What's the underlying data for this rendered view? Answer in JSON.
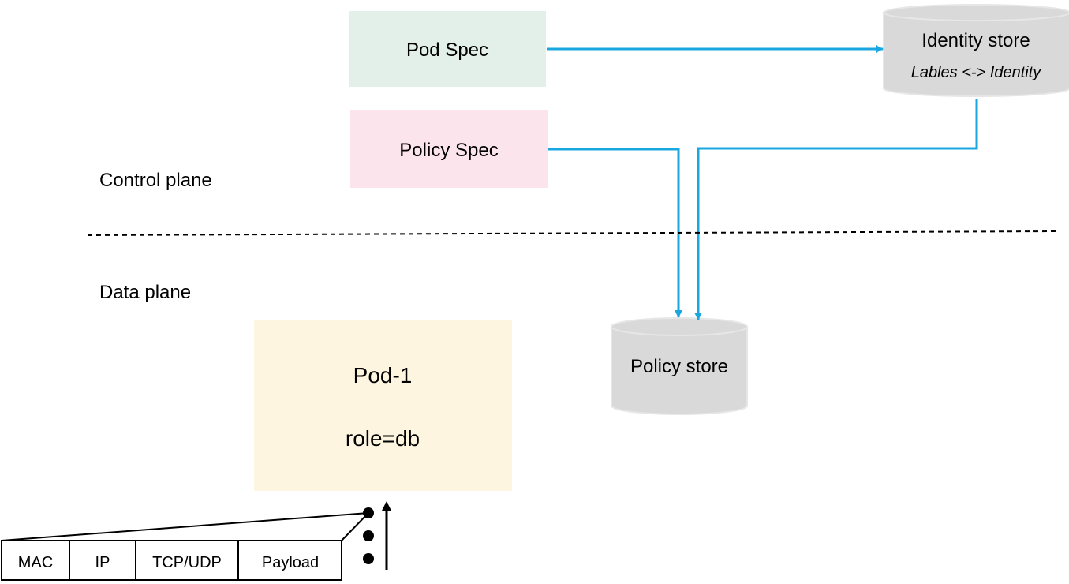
{
  "planes": {
    "control_label": "Control plane",
    "data_label": "Data plane"
  },
  "boxes": {
    "pod_spec": {
      "label": "Pod Spec",
      "fill": "#e2f0e9"
    },
    "policy_spec": {
      "label": "Policy Spec",
      "fill": "#fbe4ec"
    },
    "pod": {
      "name": "Pod-1",
      "label": "role=db",
      "fill": "#fdf5df"
    }
  },
  "stores": {
    "identity": {
      "title": "Identity store",
      "subtitle": "Lables <-> Identity",
      "fill": "#d9d9d9"
    },
    "policy": {
      "title": "Policy store",
      "fill": "#d9d9d9"
    }
  },
  "packet": {
    "fields": [
      "MAC",
      "IP",
      "TCP/UDP",
      "Payload"
    ]
  },
  "colors": {
    "arrow": "#1aa7e0",
    "outline": "#000000",
    "store_edge": "#e6e6e6"
  }
}
